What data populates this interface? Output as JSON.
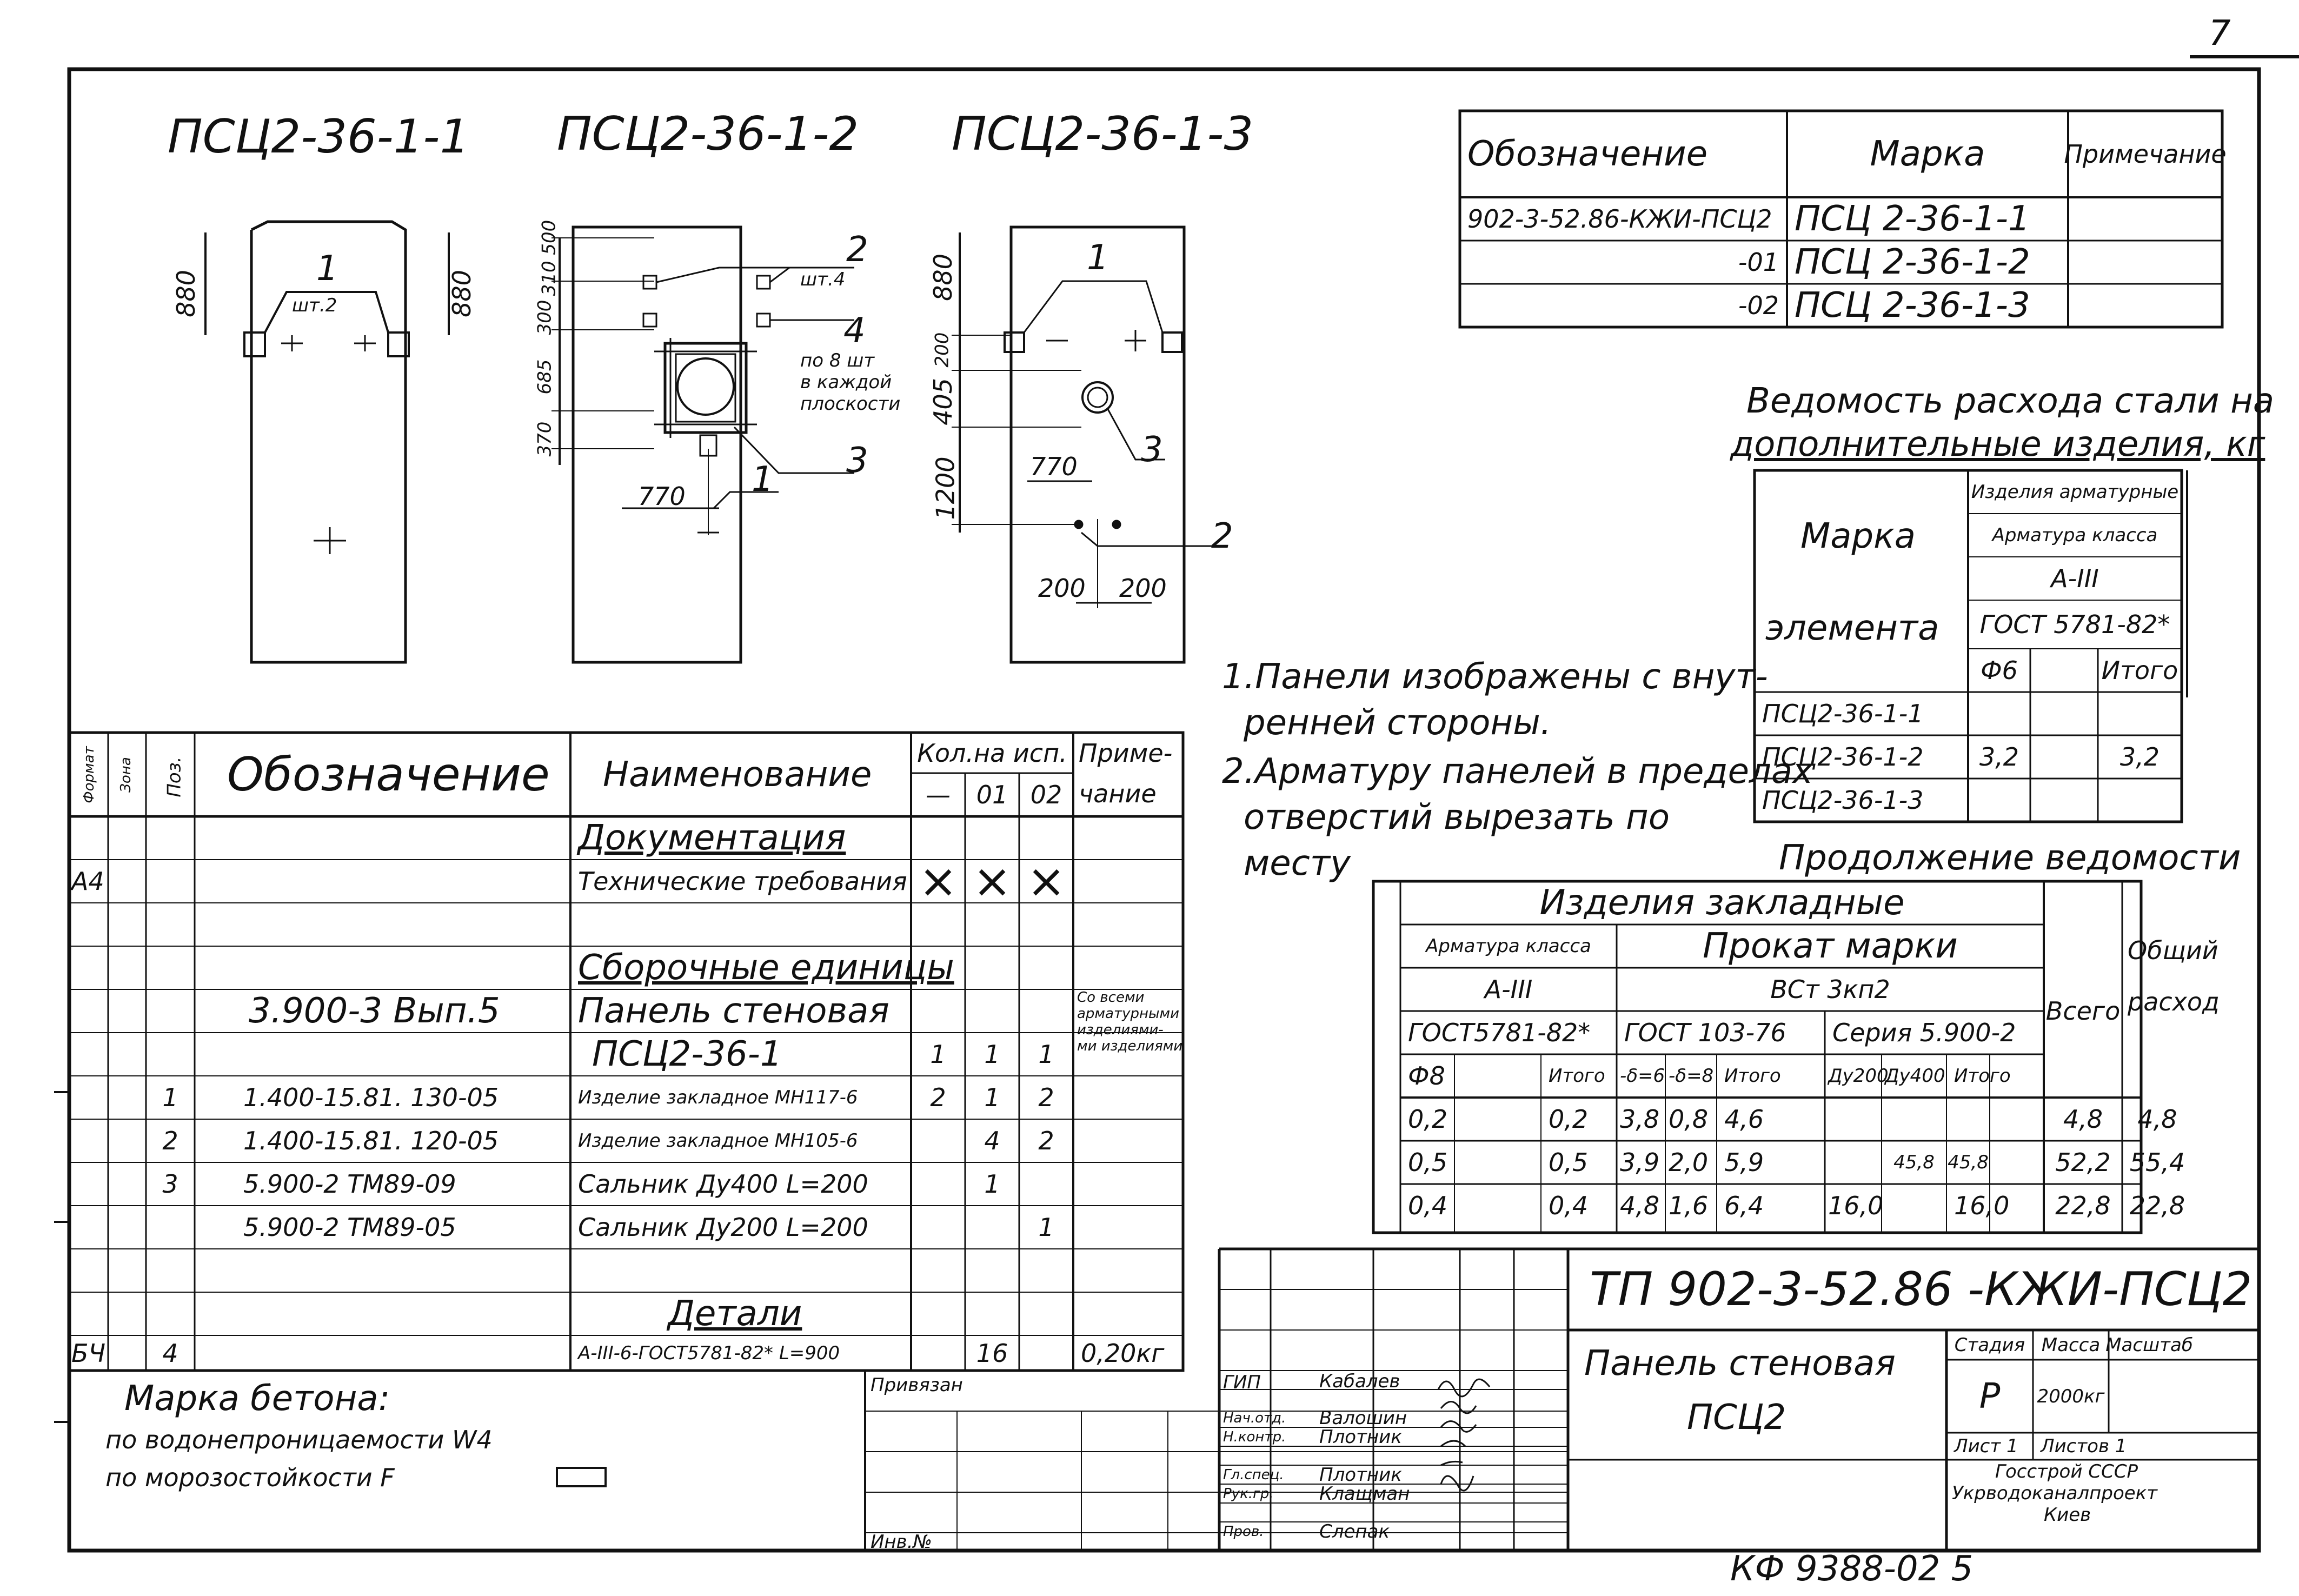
{
  "sheet_number": "7",
  "archive_code": "КФ 9388-02   5",
  "views": {
    "v1": {
      "title": "ПСЦ2-36-1-1",
      "dim_left": "880",
      "dim_right": "880",
      "callout": "1",
      "note": "шт.2"
    },
    "v2": {
      "title": "ПСЦ2-36-1-2",
      "dims": [
        "310 500",
        "300",
        "685",
        "370"
      ],
      "dim_770": "770",
      "callout2": "2",
      "note2": "шт.4",
      "callout4": "4",
      "note4": [
        "по 8 шт",
        "в каждой",
        "плоскости"
      ],
      "callout3": "3",
      "callout1": "1"
    },
    "v3": {
      "title": "ПСЦ2-36-1-3",
      "dims": [
        "880",
        "200",
        "405",
        "1200"
      ],
      "dim_770": "770",
      "callout1": "1",
      "callout3": "3",
      "callout2": "2",
      "dim_200a": "200",
      "dim_200b": "200"
    }
  },
  "mark_table": {
    "headers": [
      "Обозначение",
      "Марка",
      "Примечание"
    ],
    "rows": [
      [
        "902-3-52.86-КЖИ-ПСЦ2",
        "ПСЦ 2-36-1-1",
        ""
      ],
      [
        "-01",
        "ПСЦ 2-36-1-2",
        ""
      ],
      [
        "-02",
        "ПСЦ 2-36-1-3",
        ""
      ]
    ]
  },
  "steel_sheet": {
    "title": [
      "Ведомость расхода стали на",
      "дополнительные изделия, кг"
    ],
    "mark_header": [
      "Марка",
      "элемента"
    ],
    "h_items": "Изделия арматурные",
    "h_class": "Арматура класса",
    "h_class_val": "А-III",
    "h_gost": "ГОСТ 5781-82*",
    "h_cols": [
      "Ф6",
      "",
      "Итого"
    ],
    "rows": [
      [
        "ПСЦ2-36-1-1",
        "",
        "",
        ""
      ],
      [
        "ПСЦ2-36-1-2",
        "3,2",
        "",
        "3,2"
      ],
      [
        "ПСЦ2-36-1-3",
        "",
        "",
        ""
      ]
    ]
  },
  "notes": [
    "1.Панели изображены с внут-",
    "ренней стороны.",
    "2.Арматуру панелей в пределах",
    "отверстий вырезать по",
    "месту"
  ],
  "continuation": {
    "title": "Продолжение ведомости",
    "h_embedded": "Изделия закладные",
    "h_armclass": "Арматура класса",
    "h_prokat": "Прокат марки",
    "h_armval": "А-III",
    "h_prokatval": "ВСт 3кп2",
    "h_gost1": "ГОСТ5781-82*",
    "h_gost2": "ГОСТ 103-76",
    "h_series": "Серия 5.900-2",
    "h_total": "Всего",
    "h_general": [
      "Общий",
      "расход"
    ],
    "h_sub": [
      "Ф8",
      "",
      "Итого",
      "-δ=6",
      "-δ=8",
      "Итого",
      "Ду200",
      "Ду400",
      "Итого"
    ],
    "rows": [
      [
        "0,2",
        "",
        "0,2",
        "3,8",
        "0,8",
        "4,6",
        "",
        "",
        "",
        "4,8",
        "4,8"
      ],
      [
        "0,5",
        "",
        "0,5",
        "3,9",
        "2,0",
        "5,9",
        "",
        "45,8",
        "45,8",
        "52,2",
        "55,4"
      ],
      [
        "0,4",
        "",
        "0,4",
        "4,8",
        "1,6",
        "6,4",
        "16,0",
        "",
        "16,0",
        "22,8",
        "22,8"
      ]
    ]
  },
  "spec": {
    "h_format": "Формат",
    "h_zone": "Зона",
    "h_pos": "Поз.",
    "h_designation": "Обозначение",
    "h_name": "Наименование",
    "h_qty": "Кол.на исп.",
    "h_qty_cols": [
      "—",
      "01",
      "02"
    ],
    "h_note": [
      "Приме-",
      "чание"
    ],
    "rows": [
      {
        "fmt": "",
        "zone": "",
        "pos": "",
        "des": "",
        "name": "Документация",
        "q": [
          "",
          "",
          ""
        ],
        "note": "",
        "u": true
      },
      {
        "fmt": "А4",
        "zone": "",
        "pos": "",
        "des": "",
        "name": "Технические требования",
        "q": [
          "×",
          "×",
          "×"
        ],
        "note": "",
        "u": false
      },
      {
        "fmt": "",
        "zone": "",
        "pos": "",
        "des": "",
        "name": "",
        "q": [
          "",
          "",
          ""
        ],
        "note": "",
        "u": false
      },
      {
        "fmt": "",
        "zone": "",
        "pos": "",
        "des": "",
        "name": "Сборочные единицы",
        "q": [
          "",
          "",
          ""
        ],
        "note": "",
        "u": true
      },
      {
        "fmt": "",
        "zone": "",
        "pos": "",
        "des": "3.900-3   Вып.5",
        "name": "Панель стеновая",
        "q": [
          "",
          "",
          ""
        ],
        "note": "Со всеми",
        "u": false
      },
      {
        "fmt": "",
        "zone": "",
        "pos": "",
        "des": "",
        "name": "ПСЦ2-36-1",
        "q": [
          "1",
          "1",
          "1"
        ],
        "note": "",
        "u": false
      },
      {
        "fmt": "",
        "zone": "",
        "pos": "1",
        "des": "1.400-15.81. 130-05",
        "name": "Изделие закладное МН117-6",
        "q": [
          "2",
          "1",
          "2"
        ],
        "note": "",
        "u": false
      },
      {
        "fmt": "",
        "zone": "",
        "pos": "2",
        "des": "1.400-15.81. 120-05",
        "name": "Изделие закладное МН105-6",
        "q": [
          "",
          "4",
          "2"
        ],
        "note": "",
        "u": false
      },
      {
        "fmt": "",
        "zone": "",
        "pos": "3",
        "des": "5.900-2  ТМ89-09",
        "name": "Сальник Ду400  L=200",
        "q": [
          "",
          "1",
          ""
        ],
        "note": "",
        "u": false
      },
      {
        "fmt": "",
        "zone": "",
        "pos": "",
        "des": "5.900-2  ТМ89-05",
        "name": "Сальник Ду200  L=200",
        "q": [
          "",
          "",
          "1"
        ],
        "note": "",
        "u": false
      },
      {
        "fmt": "",
        "zone": "",
        "pos": "",
        "des": "",
        "name": "",
        "q": [
          "",
          "",
          ""
        ],
        "note": "",
        "u": false
      },
      {
        "fmt": "",
        "zone": "",
        "pos": "",
        "des": "",
        "name": "Детали",
        "q": [
          "",
          "",
          ""
        ],
        "note": "",
        "u": true
      },
      {
        "fmt": "БЧ",
        "zone": "",
        "pos": "4",
        "des": "",
        "name": "А-III-6-ГОСТ5781-82* L=900",
        "q": [
          "",
          "16",
          ""
        ],
        "note": "0,20кг",
        "u": false
      }
    ],
    "note_small": [
      "арматурными",
      "изделиями-",
      "ми изделиями"
    ]
  },
  "concrete": {
    "title": "Марка бетона:",
    "line1": "по водонепроницаемости W4",
    "line2": "по морозостойкости  F"
  },
  "stamp": {
    "bound": "Привязан",
    "inv": "Инв.№",
    "roles": [
      "ГИП",
      "Нач.отд.",
      "Н.контр.",
      "Гл.спец.",
      "Рук.гр.",
      "Пров."
    ],
    "names": [
      "Кабалев",
      "Валошин",
      "Плотник",
      "Плотник",
      "Клащман",
      "Слепак"
    ],
    "project": "ТП 902-3-52.86   -КЖИ-ПСЦ2",
    "title": [
      "Панель стеновая",
      "ПСЦ2"
    ],
    "h_stage": "Стадия",
    "h_mass": "Масса",
    "h_scale": "Масштаб",
    "stage": "Р",
    "mass": "2000кг",
    "scale": "",
    "sheet": "Лист 1",
    "sheets": "Листов 1",
    "org": [
      "Госстрой СССР",
      "Укрводоканалпроект",
      "Киев"
    ]
  }
}
